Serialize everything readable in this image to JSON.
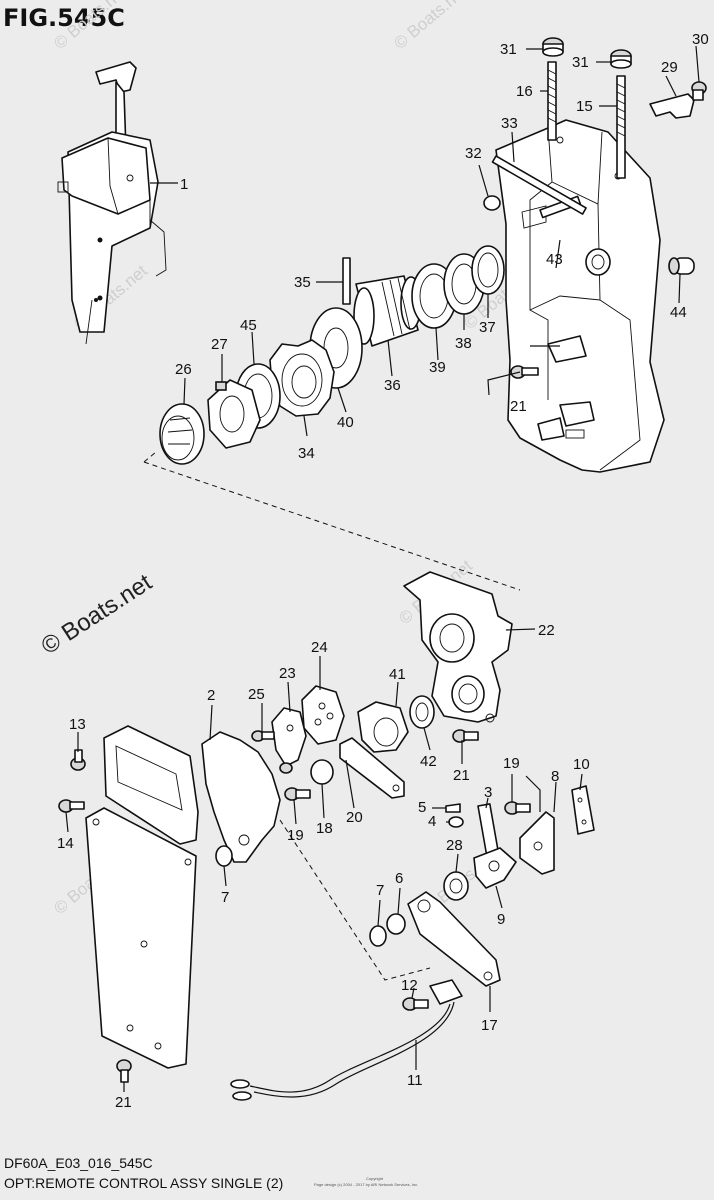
{
  "figure": {
    "title": "FIG.545C",
    "code": "DF60A_E03_016_545C",
    "caption": "OPT:REMOTE CONTROL ASSY SINGLE (2)",
    "copyright_line1": "Copyright",
    "copyright_line2": "Page design (c) 2004 - 2017 by ARI Network Services, Inc."
  },
  "watermark": {
    "large": "© Boats.net",
    "small": "© Boats.net"
  },
  "callouts": {
    "c1": "1",
    "c2": "2",
    "c3": "3",
    "c4": "4",
    "c5": "5",
    "c6": "6",
    "c7a": "7",
    "c7b": "7",
    "c8": "8",
    "c9": "9",
    "c10": "10",
    "c11": "11",
    "c12": "12",
    "c13": "13",
    "c14": "14",
    "c15": "15",
    "c16": "16",
    "c17": "17",
    "c18": "18",
    "c19a": "19",
    "c19b": "19",
    "c20": "20",
    "c21a": "21",
    "c21b": "21",
    "c21c": "21",
    "c22": "22",
    "c23": "23",
    "c24": "24",
    "c25": "25",
    "c26": "26",
    "c27": "27",
    "c28": "28",
    "c29": "29",
    "c30": "30",
    "c31a": "31",
    "c31b": "31",
    "c32": "32",
    "c33": "33",
    "c34": "34",
    "c35": "35",
    "c36": "36",
    "c37": "37",
    "c38": "38",
    "c39": "39",
    "c40": "40",
    "c41": "41",
    "c42": "42",
    "c43": "43",
    "c44": "44",
    "c45": "45"
  }
}
